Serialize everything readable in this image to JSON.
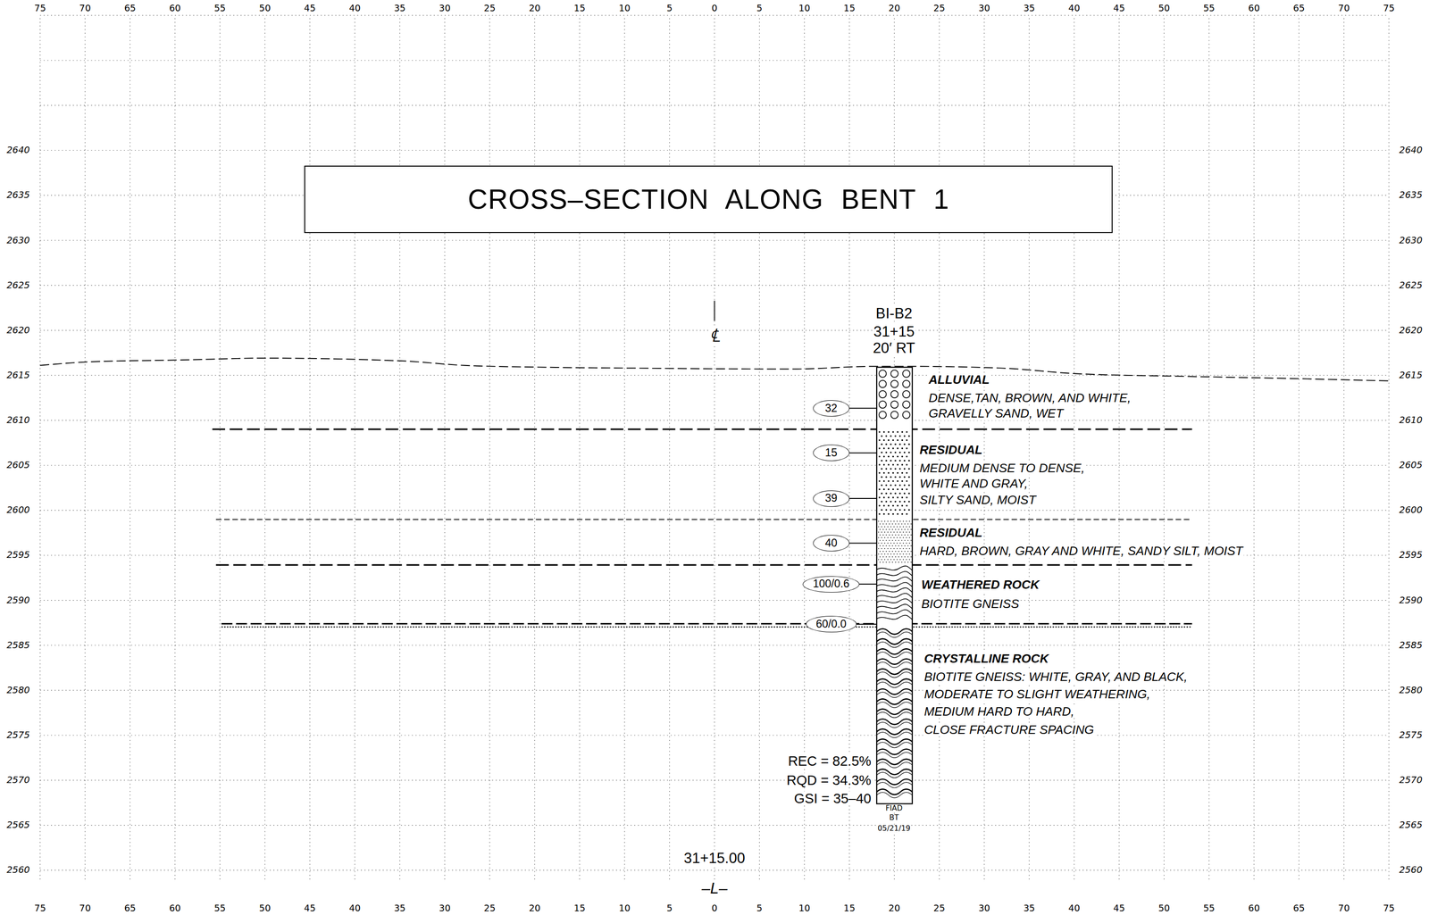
{
  "diagram": {
    "nodes": [
      {
        "text": [
          "CROSS–SECTION ALONG BENT 1"
        ]
      },
      {
        "text": [
          "32"
        ]
      },
      {
        "text": [
          "15"
        ]
      },
      {
        "text": [
          "39"
        ]
      },
      {
        "text": [
          "40"
        ]
      },
      {
        "text": [
          "100/0.6"
        ]
      },
      {
        "text": [
          "60/0.0"
        ]
      }
    ],
    "labels": [
      "75",
      "70",
      "65",
      "60",
      "55",
      "50",
      "45",
      "40",
      "35",
      "30",
      "25",
      "20",
      "15",
      "10",
      "5",
      "0",
      "5",
      "10",
      "15",
      "20",
      "25",
      "30",
      "35",
      "40",
      "45",
      "50",
      "55",
      "60",
      "65",
      "70",
      "75",
      "75",
      "70",
      "65",
      "60",
      "55",
      "50",
      "45",
      "40",
      "35",
      "30",
      "25",
      "20",
      "15",
      "10",
      "5",
      "0",
      "5",
      "10",
      "15",
      "20",
      "25",
      "30",
      "35",
      "40",
      "45",
      "50",
      "55",
      "60",
      "65",
      "70",
      "75",
      "2640",
      "2635",
      "2630",
      "2625",
      "2620",
      "2615",
      "2610",
      "2605",
      "2600",
      "2595",
      "2590",
      "2585",
      "2580",
      "2575",
      "2570",
      "2565",
      "2560",
      "2640",
      "2635",
      "2630",
      "2625",
      "2620",
      "2615",
      "2610",
      "2605",
      "2600",
      "2595",
      "2590",
      "2585",
      "2580",
      "2575",
      "2570",
      "2565",
      "2560",
      "℄",
      "BI-B2",
      "31+15",
      "20′ RT",
      "ALLUVIAL",
      "DENSE,TAN, BROWN, AND WHITE,",
      "GRAVELLY SAND, WET",
      "RESIDUAL",
      "MEDIUM DENSE TO DENSE,",
      "WHITE AND GRAY,",
      "SILTY SAND, MOIST",
      "RESIDUAL",
      "HARD, BROWN, GRAY AND WHITE, SANDY SILT, MOIST",
      "WEATHERED ROCK",
      "BIOTITE GNEISS",
      "CRYSTALLINE ROCK",
      "BIOTITE GNEISS: WHITE, GRAY, AND BLACK,",
      "MODERATE TO SLIGHT WEATHERING,",
      "MEDIUM HARD TO HARD,",
      "CLOSE FRACTURE SPACING",
      "REC = 82.5%",
      "RQD = 34.3%",
      "GSI = 35–40",
      "FIAD",
      "BT",
      "05/21/19",
      "31+15.00",
      "–L–"
    ]
  }
}
